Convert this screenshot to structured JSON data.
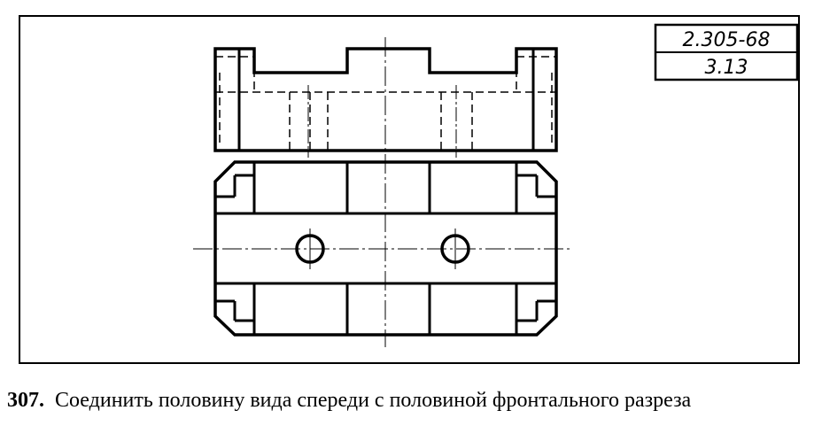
{
  "stamp": {
    "code": "2.305-68",
    "sheet": "3.13"
  },
  "caption": {
    "number": "307.",
    "text": "Соединить половину вида спереди с половиной фронтального разреза"
  },
  "colors": {
    "ink": "#000000",
    "paper": "#ffffff"
  }
}
